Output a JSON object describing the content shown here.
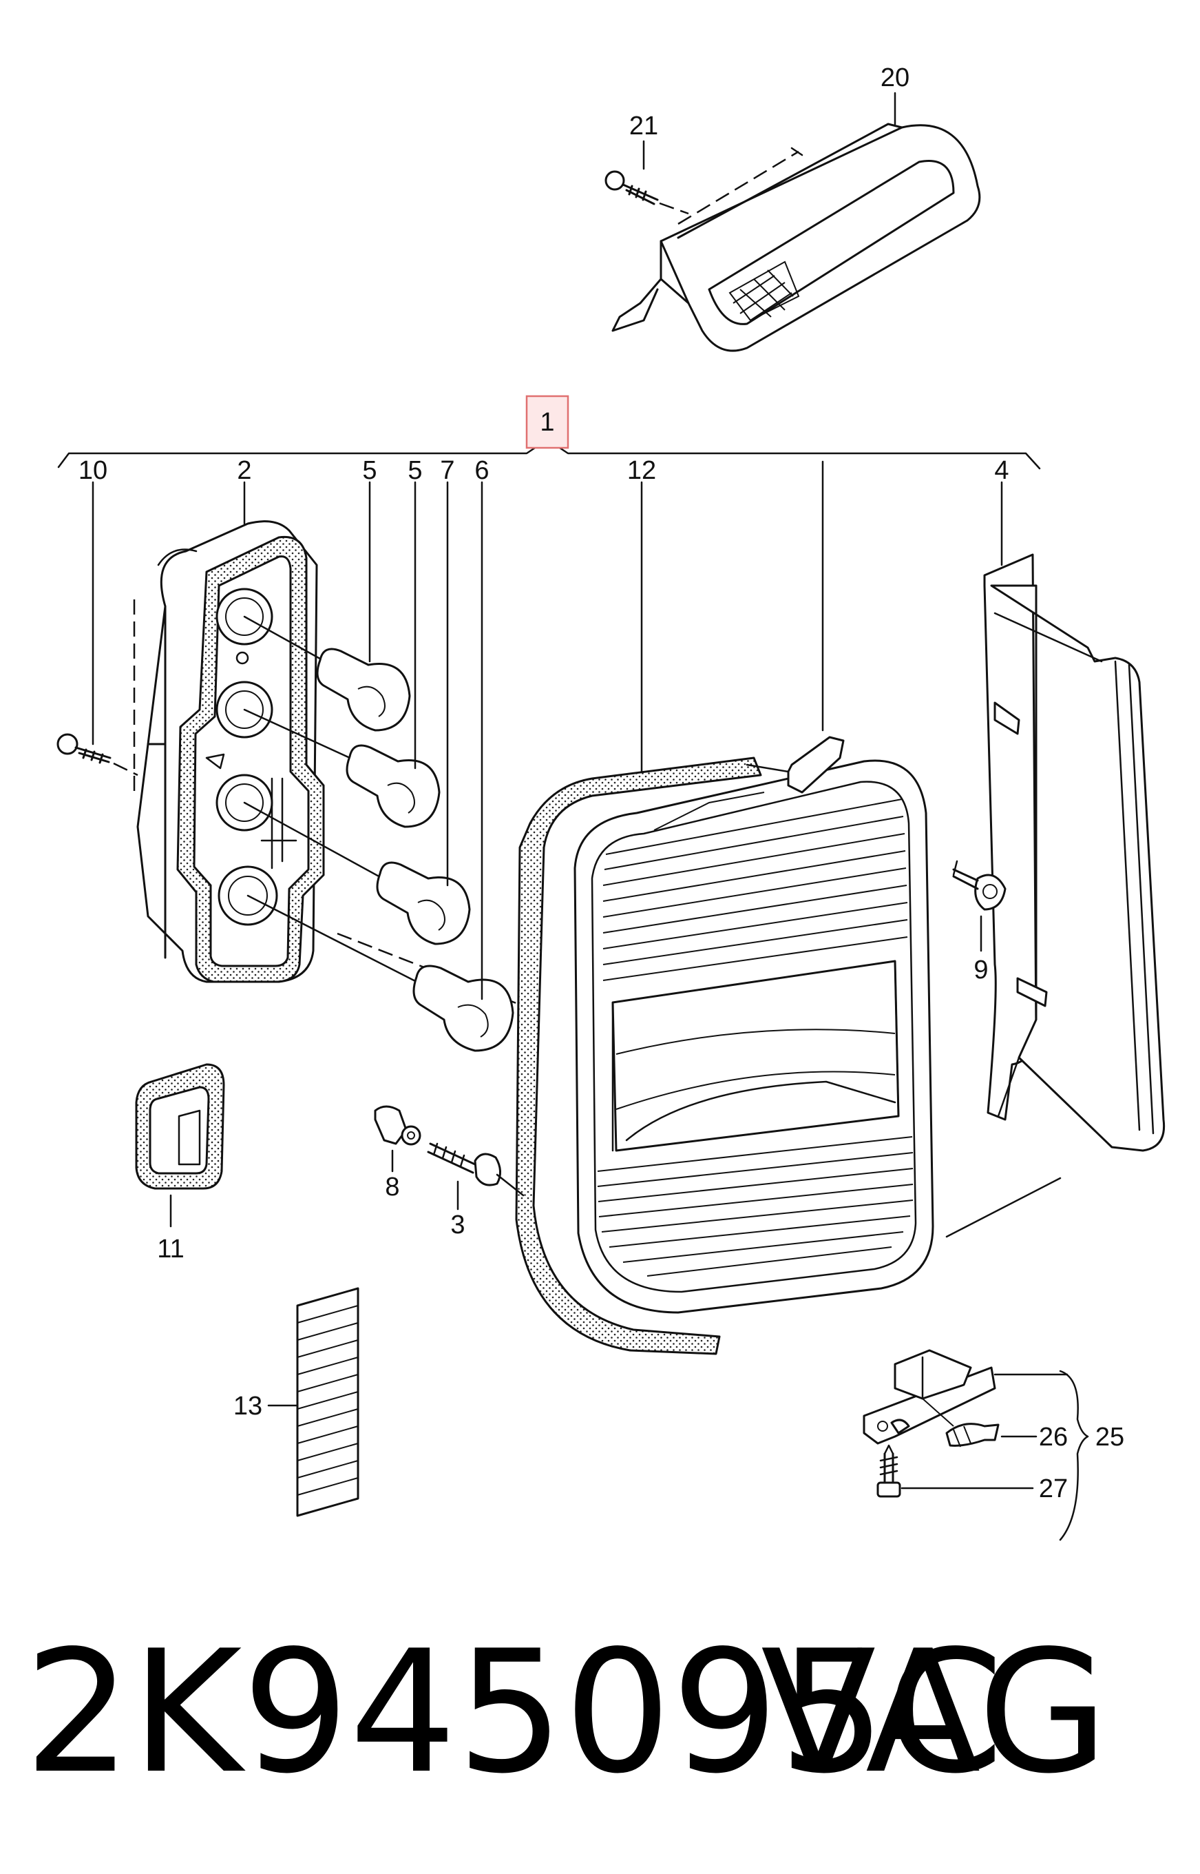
{
  "diagram": {
    "callouts": {
      "c1": "1",
      "c2": "2",
      "c3": "3",
      "c4": "4",
      "c5a": "5",
      "c5b": "5",
      "c6": "6",
      "c7": "7",
      "c8": "8",
      "c9": "9",
      "c10": "10",
      "c11": "11",
      "c12": "12",
      "c13": "13",
      "c20": "20",
      "c21": "21",
      "c25": "25",
      "c26": "26",
      "c27": "27"
    },
    "highlighted_callout": "1",
    "highlight_color": "#e07070"
  },
  "part_number": "2K945095C",
  "brand": "VAG"
}
